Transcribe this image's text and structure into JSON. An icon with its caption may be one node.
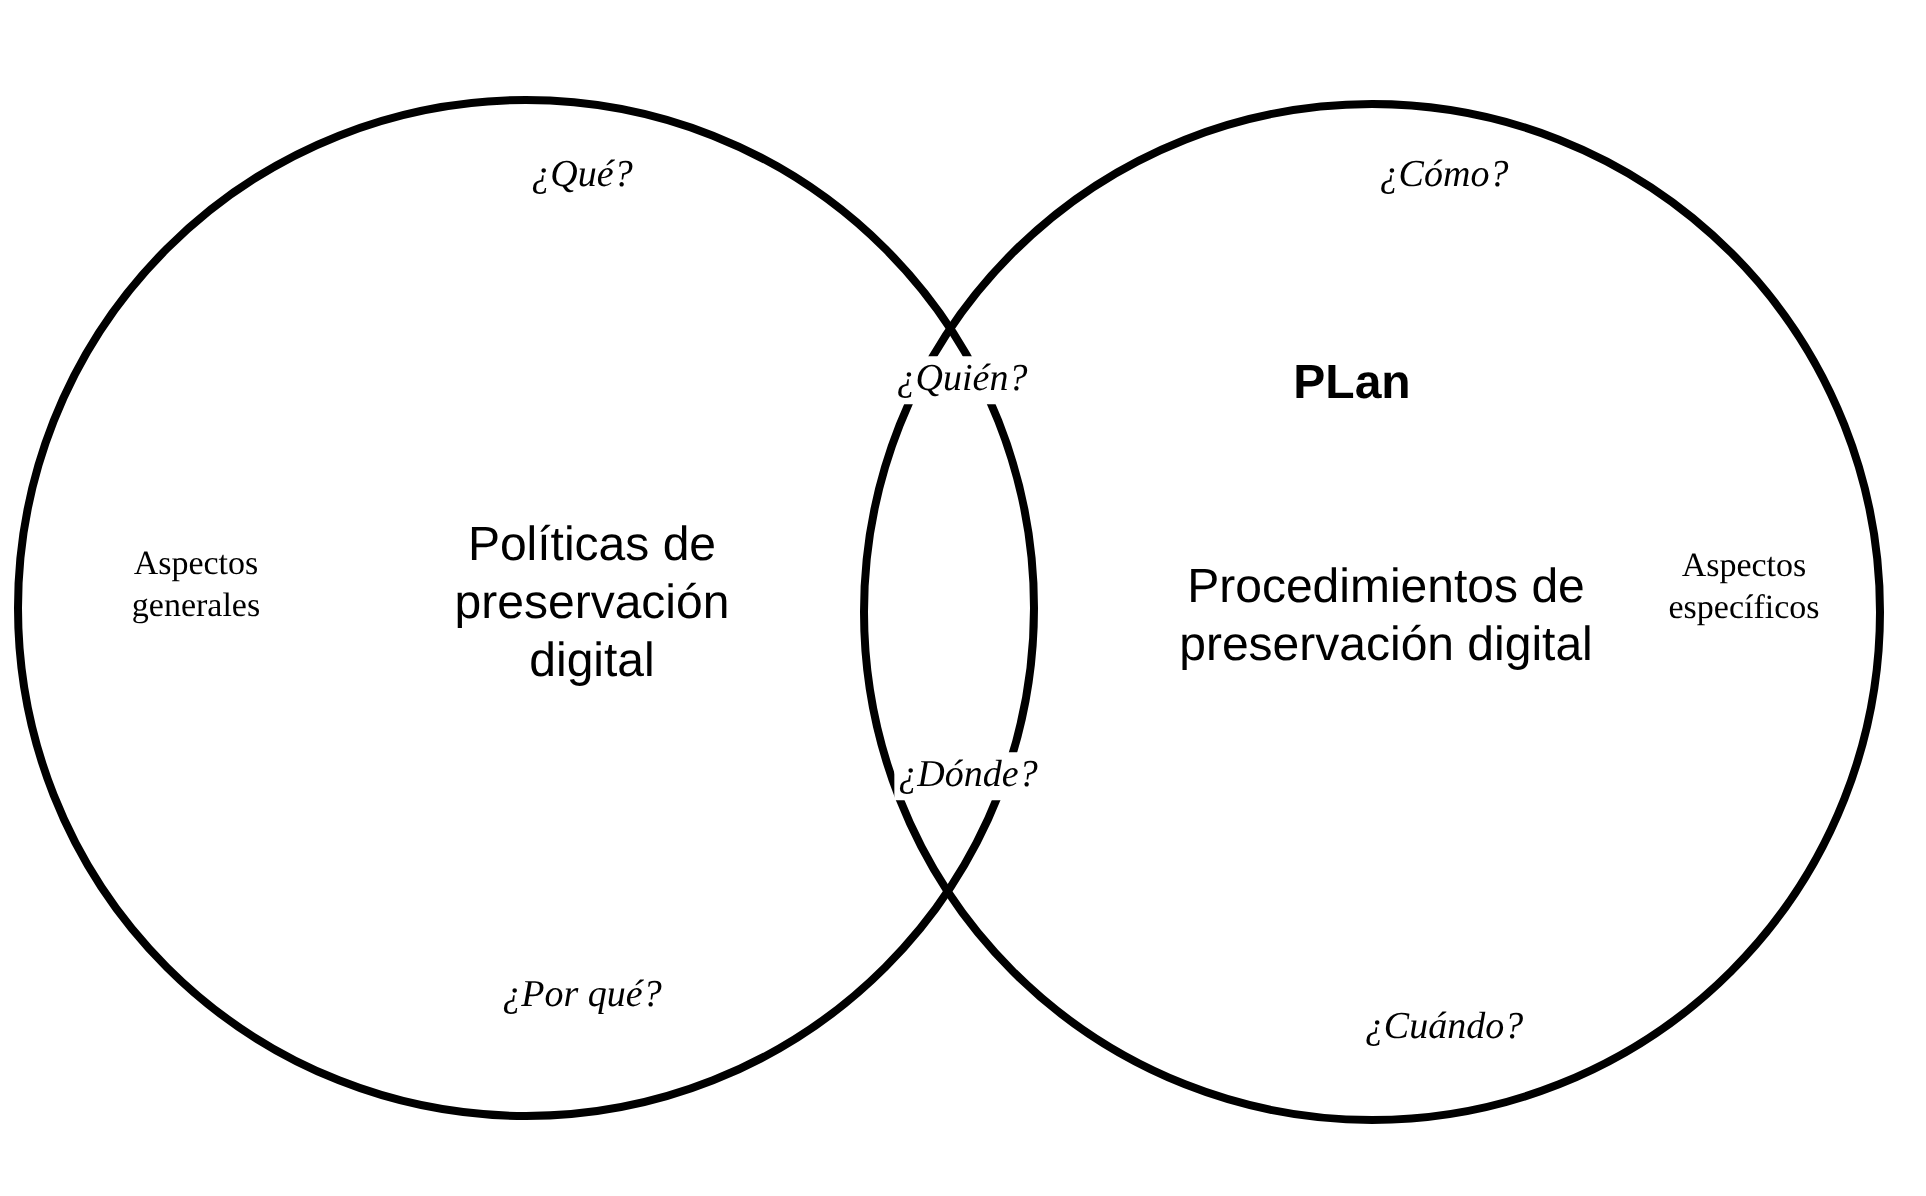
{
  "diagram": {
    "nodes": [
      {
        "text": [
          "Políticas de preservación digital"
        ]
      },
      {
        "text": [
          "Procedimientos de preservación digital"
        ]
      }
    ],
    "labels": [
      "¿Qué?",
      "Aspectos generales",
      "¿Por qué?",
      "¿Quién?",
      "¿Dónde?",
      "¿Cómo?",
      "PLan",
      "Aspectos específicos",
      "¿Cuándo?"
    ]
  }
}
